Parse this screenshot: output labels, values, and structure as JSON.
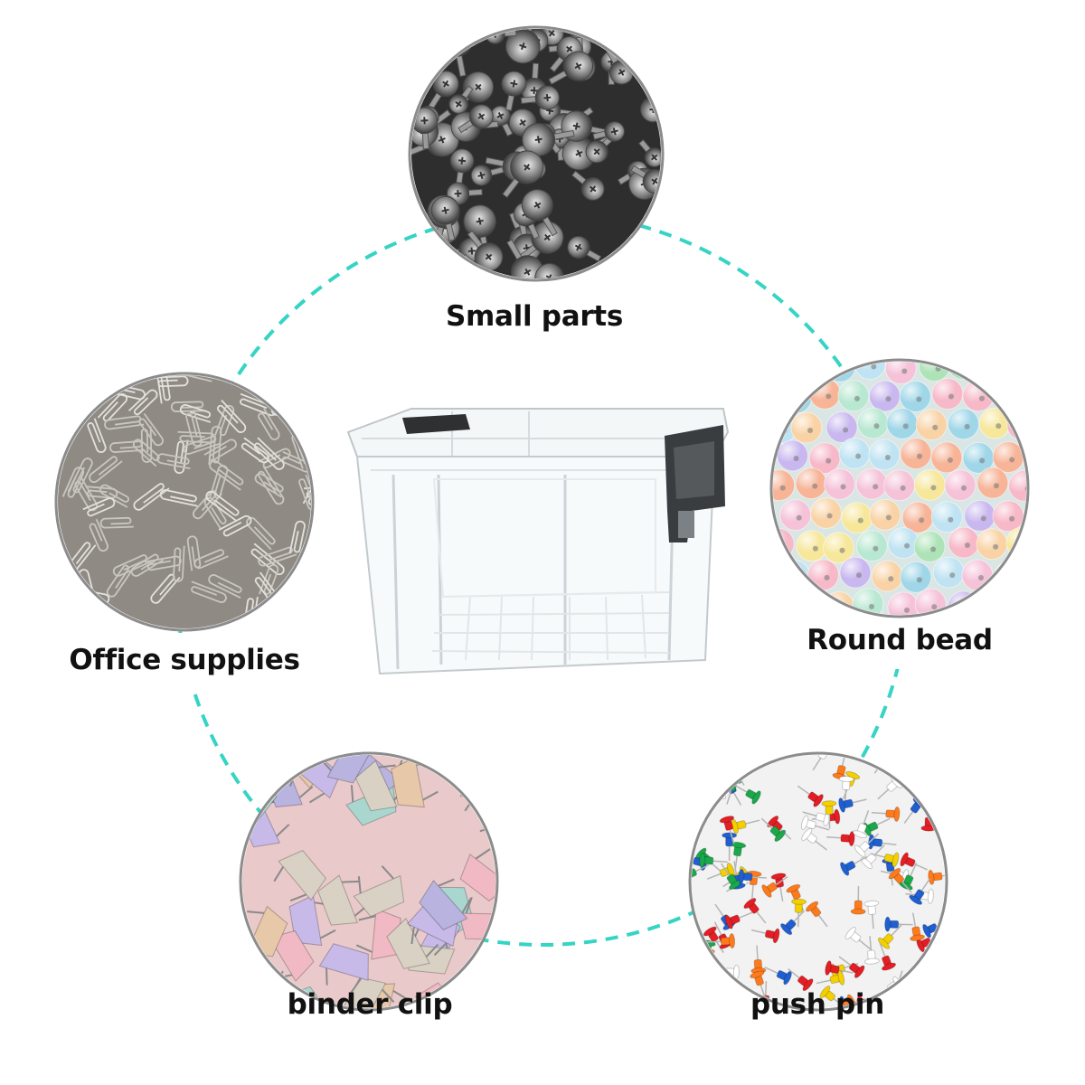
{
  "colors": {
    "ring": "#35d4c4",
    "circle_border": "#8c8c8c",
    "label_text": "#111111"
  },
  "items": [
    {
      "id": "small-parts",
      "label": "Small parts",
      "picture": "metal-screws"
    },
    {
      "id": "round-bead",
      "label": "Round bead",
      "picture": "pastel-beads"
    },
    {
      "id": "push-pin",
      "label": "push pin",
      "picture": "colorful-push-pins"
    },
    {
      "id": "binder-clip",
      "label": "binder clip",
      "picture": "pastel-binder-clips"
    },
    {
      "id": "office-supplies",
      "label": "Office supplies",
      "picture": "paper-clips"
    }
  ],
  "center": {
    "picture": "clear-storage-box-with-black-latches"
  }
}
